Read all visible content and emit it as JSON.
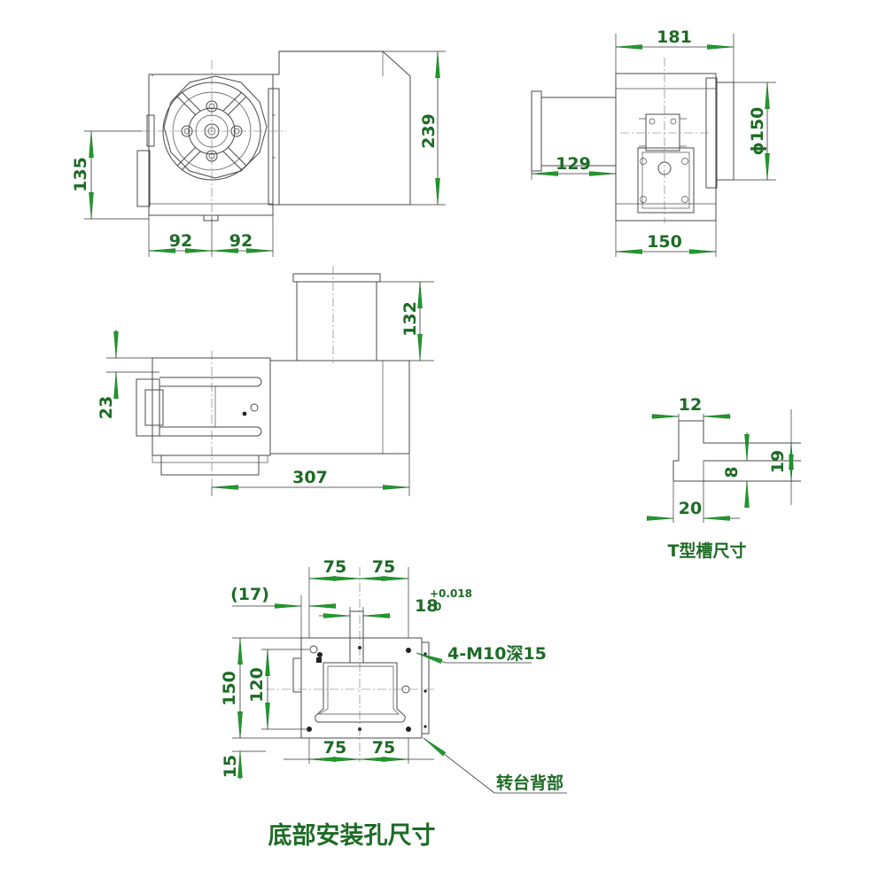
{
  "front_view": {
    "dim_height": "239",
    "dim_center_height": "135",
    "dim_left": "92",
    "dim_right": "92"
  },
  "side_view": {
    "dim_width": "181",
    "dim_diameter": "ϕ150",
    "dim_motor": "129",
    "dim_base": "150"
  },
  "top_view": {
    "dim_motor_height": "132",
    "dim_slot_offset": "23",
    "dim_length": "307"
  },
  "t_slot": {
    "dim_slot_width": "12",
    "dim_depth": "8",
    "dim_total": "19",
    "dim_base_width": "20",
    "caption": "T型槽尺寸"
  },
  "bottom_view": {
    "dim_top_left": "75",
    "dim_top_right": "75",
    "dim_offset": "(17)",
    "dim_key": "18",
    "tol_upper": "+0.018",
    "tol_lower": "0",
    "dim_height_outer": "150",
    "dim_height_inner": "120",
    "dim_bottom_offset": "15",
    "dim_bottom_left": "75",
    "dim_bottom_right": "75",
    "hole_callout": "4-M10深15",
    "back_callout": "转台背部",
    "caption": "底部安装孔尺寸"
  }
}
